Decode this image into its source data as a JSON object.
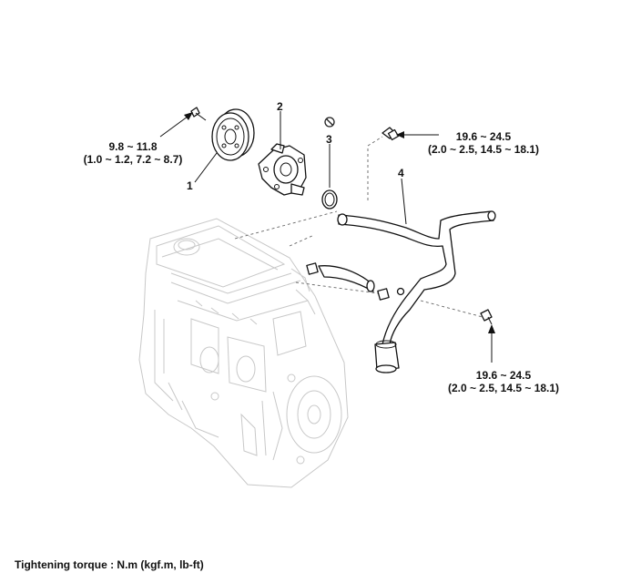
{
  "parts": [
    {
      "number": "1"
    },
    {
      "number": "2"
    },
    {
      "number": "3"
    },
    {
      "number": "4"
    }
  ],
  "torques": [
    {
      "nm": "9.8 ~ 11.8",
      "alt": "(1.0 ~ 1.2, 7.2 ~ 8.7)"
    },
    {
      "nm": "19.6 ~ 24.5",
      "alt": "(2.0 ~ 2.5, 14.5 ~ 18.1)"
    },
    {
      "nm": "19.6 ~ 24.5",
      "alt": "(2.0 ~ 2.5, 14.5 ~ 18.1)"
    }
  ],
  "footer": "Tightening torque : N.m (kgf.m, lb-ft)"
}
